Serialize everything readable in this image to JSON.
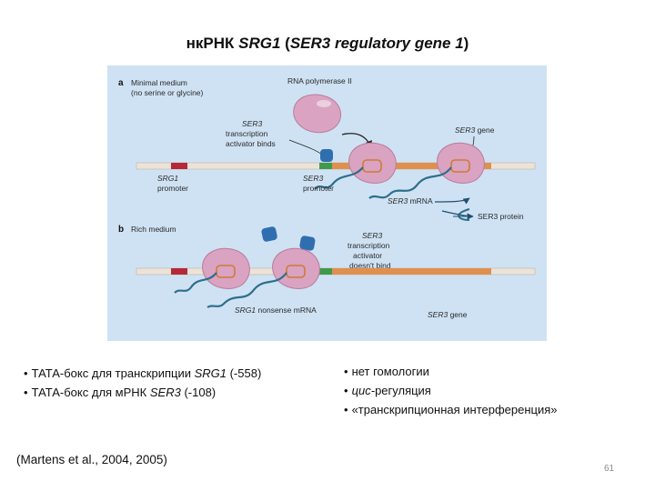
{
  "title": {
    "prefix": "нкРНК ",
    "gene": "SRG1",
    "paren_open": " (",
    "expansion": "SER3 regulatory gene 1",
    "paren_close": ")"
  },
  "figure": {
    "panel_a": {
      "letter": "a",
      "condition_line1": "Minimal medium",
      "condition_line2": "(no serine or glycine)",
      "polymerase": "RNA polymerase II",
      "activator_line1": "SER3",
      "activator_line2": "transcription",
      "activator_line3": "activator binds",
      "gene_italic": "SER3",
      "gene_suffix": " gene",
      "srg1_promoter_gene": "SRG1",
      "srg1_promoter_word": "promoter",
      "ser3_promoter_gene": "SER3",
      "ser3_promoter_word": "promoter",
      "mrna_italic": "SER3",
      "mrna_suffix": " mRNA",
      "protein": "SER3 protein"
    },
    "panel_b": {
      "letter": "b",
      "condition": "Rich medium",
      "activator_line1": "SER3",
      "activator_line2": "transcription",
      "activator_line3": "activator",
      "activator_line4": "doesn't bind",
      "nonsense_italic": "SRG1",
      "nonsense_suffix": " nonsense mRNA",
      "gene_italic": "SER3",
      "gene_suffix": " gene"
    },
    "colors": {
      "background": "#cfe2f3",
      "dna": "#ece3d8",
      "promoter_red": "#b5283a",
      "promoter_green": "#3f9a4b",
      "gene_orange": "#e0904e",
      "polymerase": "#d9a3c1",
      "mrna": "#2d6f8c",
      "activator": "#2f6fb0"
    }
  },
  "left_bullets": {
    "b1": {
      "text": "ТАТА-бокс для транскрипции ",
      "gene": "SRG1",
      "tail": " (-558)"
    },
    "b2": {
      "text": "ТАТА-бокс для мРНК ",
      "gene": "SER3",
      "tail": " (-108)"
    }
  },
  "right_bullets": {
    "b1": {
      "text": "нет гомологии"
    },
    "b2": {
      "italic": "цис-",
      "text": "регуляция"
    },
    "b3": {
      "text": "«транскрипционная интерференция»"
    }
  },
  "citation": "(Martens et al., 2004, 2005)",
  "page_number": "61"
}
